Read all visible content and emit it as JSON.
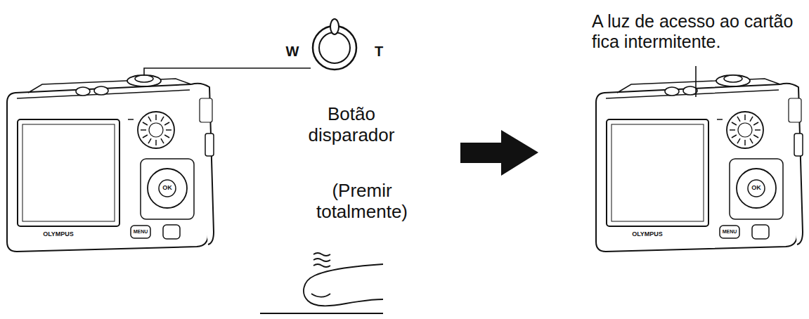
{
  "diagram": {
    "labels": [
      "W",
      "T",
      "Botão disparador",
      "(Premir totalmente)",
      "A luz de acesso ao cartão fica intermitente.",
      "OLYMPUS",
      "OK",
      "MENU",
      "OLYMPUS",
      "OK",
      "MENU"
    ]
  }
}
